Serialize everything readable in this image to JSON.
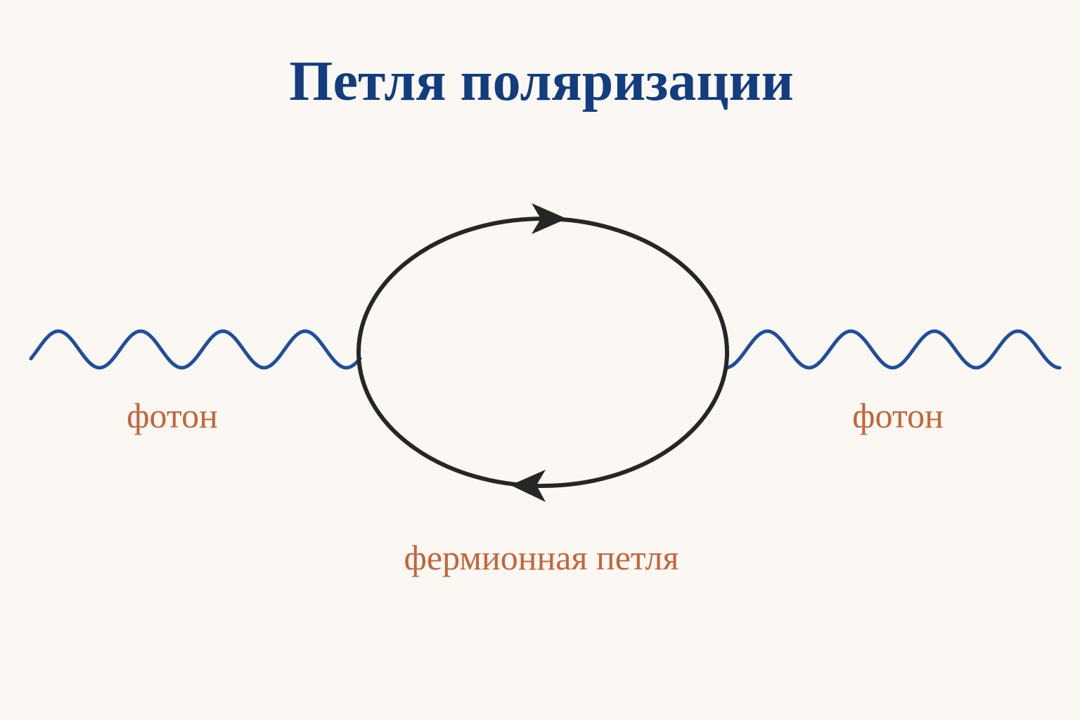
{
  "title": "Петля поляризации",
  "labels": {
    "photon_left": "фотон",
    "photon_right": "фотон",
    "fermion_loop": "фермионная петля"
  },
  "colors": {
    "background": "#fbf8f3",
    "title": "#123d7e",
    "photon": "#1f4e9a",
    "fermion": "#262626",
    "label": "#c4653a"
  }
}
